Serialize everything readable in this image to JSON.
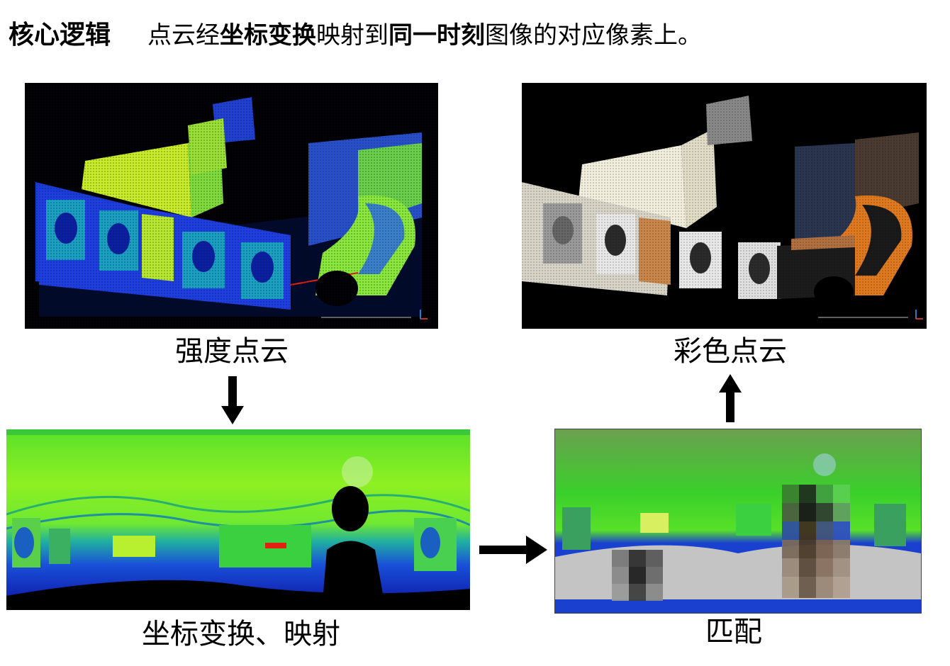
{
  "headline": {
    "title": "核心逻辑",
    "segments": [
      {
        "text": "点云经",
        "bold": false
      },
      {
        "text": "坐标变换",
        "bold": true
      },
      {
        "text": "映射到",
        "bold": false
      },
      {
        "text": "同一时刻",
        "bold": true
      },
      {
        "text": "图像的对应像素上。",
        "bold": false
      }
    ]
  },
  "panels": {
    "intensity_cloud": {
      "caption": "强度点云",
      "colormap": [
        "#0a14c8",
        "#1aa0c0",
        "#4ad24a",
        "#c8f01e"
      ]
    },
    "color_cloud": {
      "caption": "彩色点云",
      "palette": [
        "#f2eedd",
        "#c8864a",
        "#777777",
        "#2b2b2b"
      ]
    },
    "projection": {
      "caption": "坐标变换、映射",
      "colormap": [
        "#1030d0",
        "#20c040",
        "#7ef020",
        "#e02010"
      ]
    },
    "matching": {
      "caption": "匹配",
      "note_colors": [
        "#808080",
        "#20c040",
        "#1040d0"
      ]
    }
  },
  "arrows": {
    "color": "#000000",
    "directions": [
      "down",
      "right",
      "up"
    ]
  }
}
